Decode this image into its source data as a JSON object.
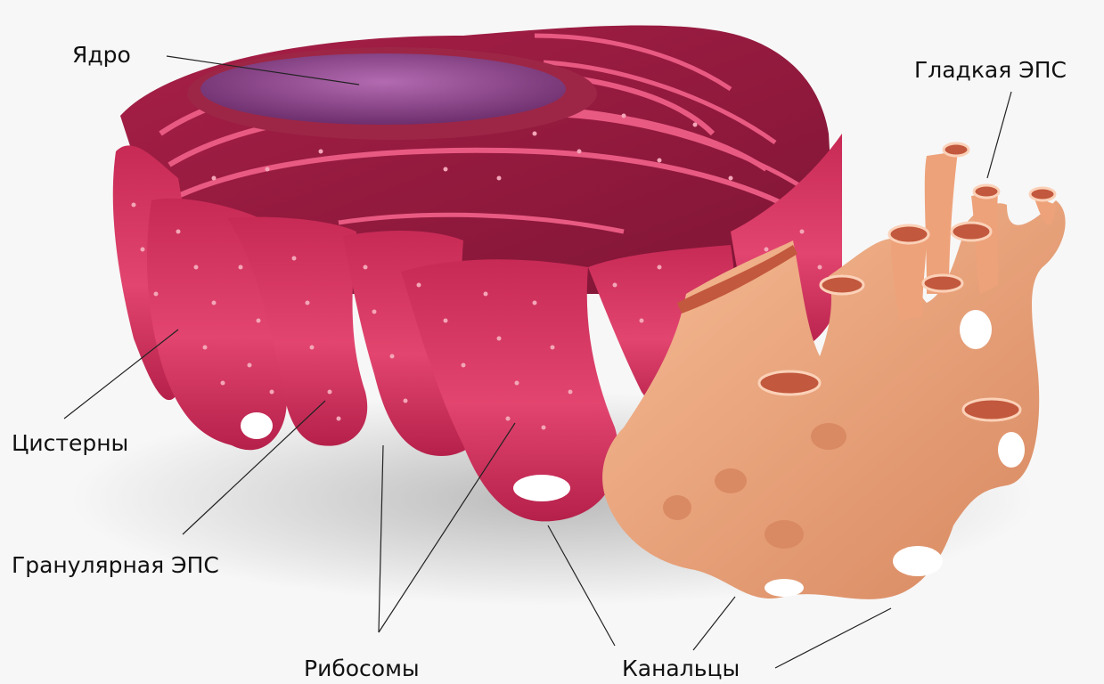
{
  "labels": {
    "nucleus": "Ядро",
    "smooth_er": "Гладкая ЭПС",
    "cisterns": "Цистерны",
    "rough_er": "Гранулярная ЭПС",
    "ribosomes": "Рибосомы",
    "canals": "Канальцы"
  },
  "colors": {
    "rough_er": "#d0325e",
    "rough_er_dark": "#8e1a3c",
    "nucleus": "#8a3f88",
    "smooth_er": "#f0a57a",
    "smooth_er_dark": "#c67a54",
    "ribosome": "#f3a6b8",
    "leader_line": "#222222"
  }
}
